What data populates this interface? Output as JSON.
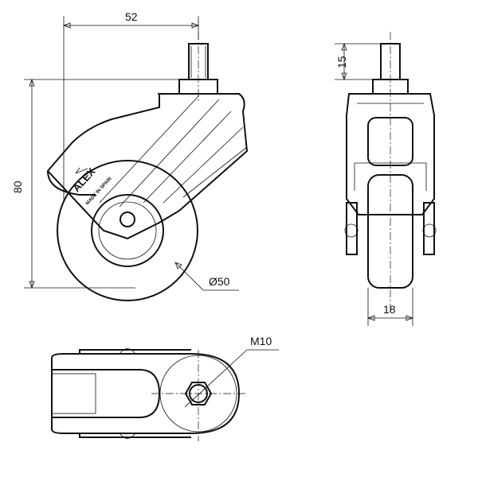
{
  "dimensions": {
    "width": "52",
    "height": "80",
    "stem_height": "15",
    "wheel_width": "18",
    "wheel_diameter": "Ø50",
    "thread": "M10"
  },
  "branding": {
    "brand": "ALEX",
    "origin": "MADE IN SPAIN"
  }
}
